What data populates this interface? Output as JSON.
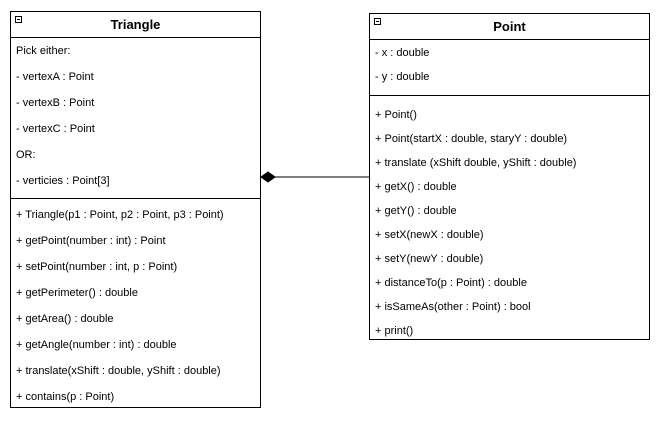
{
  "triangle": {
    "name": "Triangle",
    "attributes": [
      "Pick either:",
      "- vertexA : Point",
      "- vertexB : Point",
      "- vertexC : Point",
      "OR:",
      "- verticies : Point[3]"
    ],
    "operations": [
      "+ Triangle(p1 : Point, p2 : Point, p3 : Point)",
      "+ getPoint(number : int) : Point",
      "+ setPoint(number : int, p : Point)",
      "+ getPerimeter() : double",
      "+ getArea() : double",
      "+ getAngle(number : int) : double",
      "+ translate(xShift : double, yShift : double)",
      "+ contains(p : Point)"
    ]
  },
  "point": {
    "name": "Point",
    "attributes": [
      "- x : double",
      "- y : double"
    ],
    "operations": [
      "+ Point()",
      "+ Point(startX : double, staryY : double)",
      "+ translate (xShift double, yShift : double)",
      "+ getX() : double",
      "+ getY() : double",
      "+ setX(newX : double)",
      "+ setY(newY : double)",
      "+ distanceTo(p : Point) : double",
      "+ isSameAs(other : Point) : bool",
      "+ print()"
    ]
  },
  "relationship": {
    "type": "composition",
    "whole": "Triangle",
    "part": "Point"
  },
  "icons": {
    "collapse": "collapse-minus-icon"
  }
}
